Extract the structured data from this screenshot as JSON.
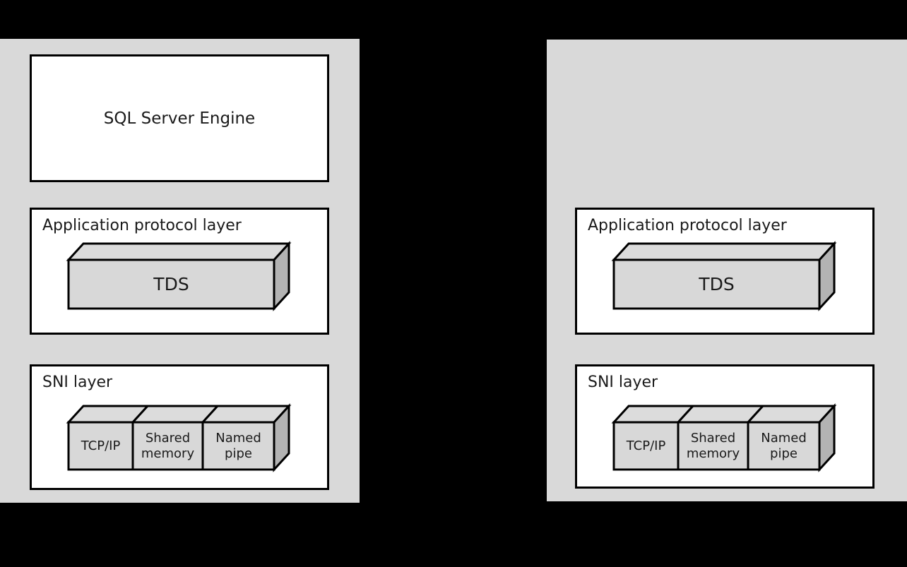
{
  "diagram": {
    "description": "SQL Server TDS protocol layer diagram: server-side stack and client-side stack",
    "colors": {
      "background": "#000000",
      "panel_fill": "#d9d9d9",
      "box_fill": "#ffffff",
      "box_border": "#000000",
      "bar_front": "#d8d8d8",
      "bar_top": "#dcdcdc",
      "bar_side": "#b3b3b3",
      "text": "#1a1a1a"
    }
  },
  "server_panel": {
    "engine_label": "SQL Server Engine",
    "app_layer": {
      "title": "Application protocol layer",
      "tds_label": "TDS"
    },
    "sni_layer": {
      "title": "SNI layer",
      "items": [
        {
          "label": "TCP/IP"
        },
        {
          "label": "Shared memory"
        },
        {
          "label": "Named pipe"
        }
      ]
    }
  },
  "client_panel": {
    "app_layer": {
      "title": "Application protocol layer",
      "tds_label": "TDS"
    },
    "sni_layer": {
      "title": "SNI layer",
      "items": [
        {
          "label": "TCP/IP"
        },
        {
          "label": "Shared memory"
        },
        {
          "label": "Named pipe"
        }
      ]
    }
  }
}
